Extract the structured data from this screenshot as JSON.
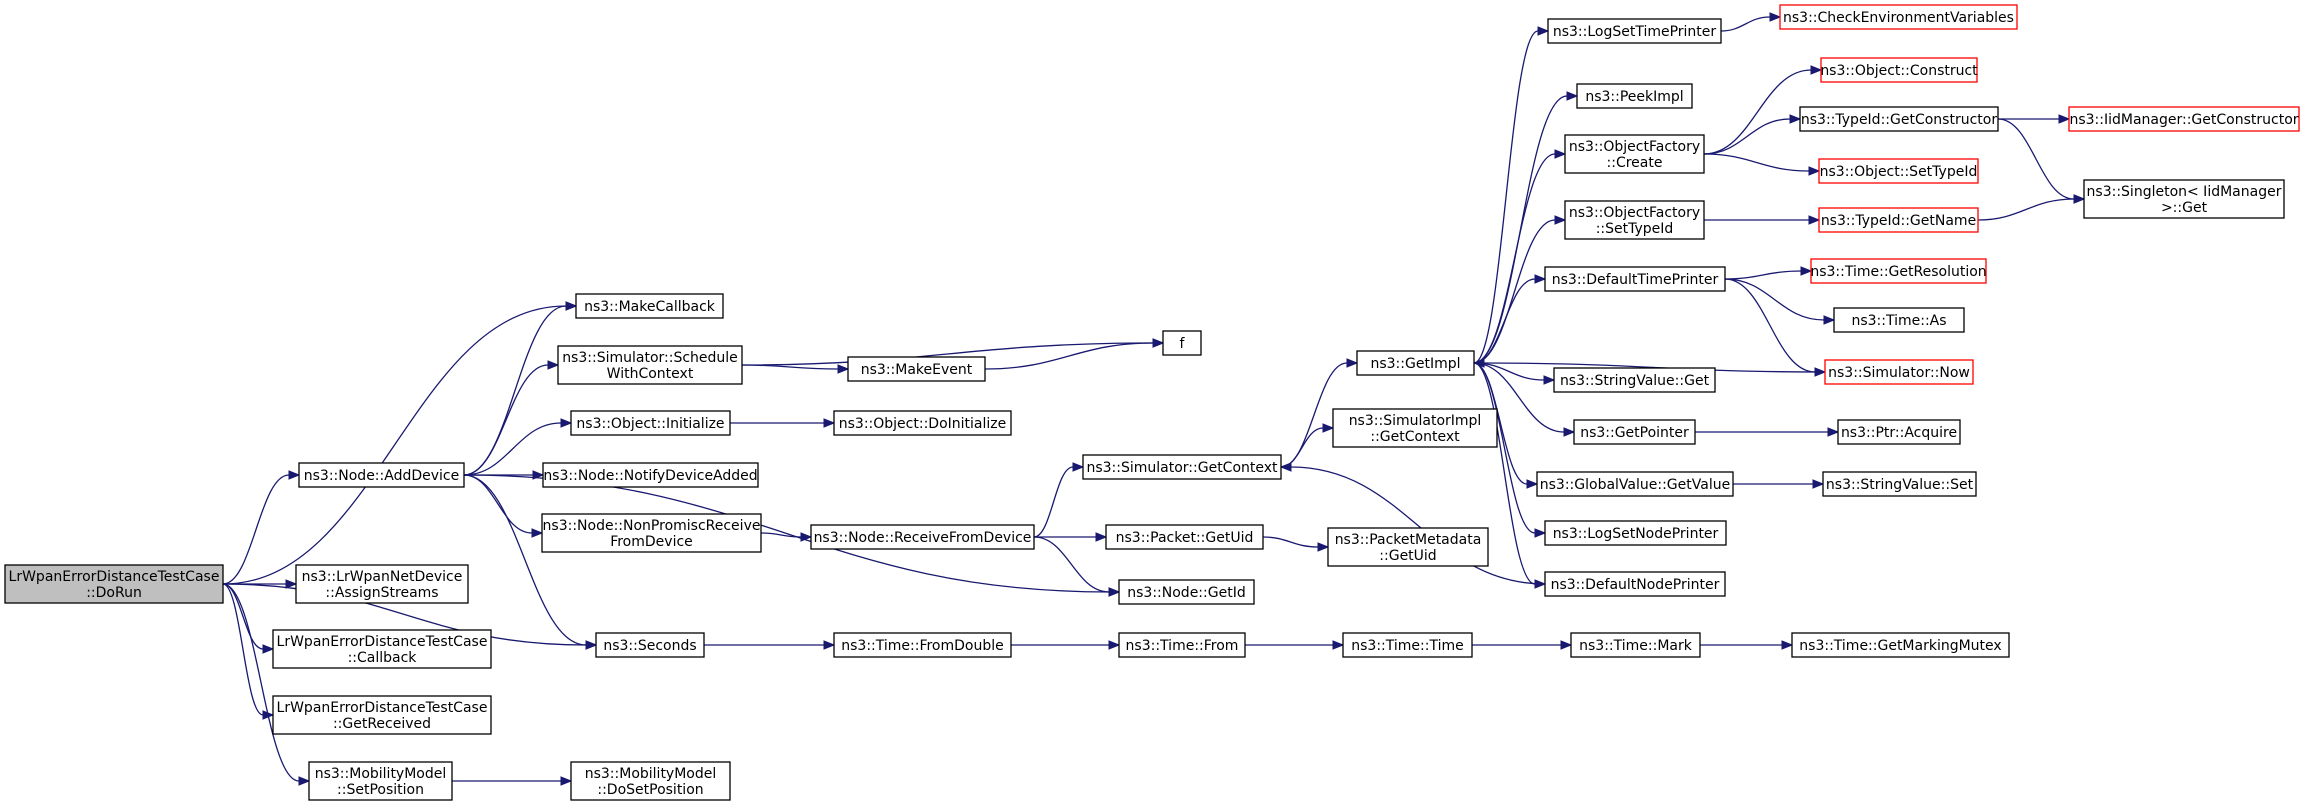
{
  "colors": {
    "edge": "#191970",
    "node_border": "#000000",
    "external_border": "#ff0000",
    "root_fill": "#bfbfbf"
  },
  "nodes": [
    {
      "id": "dorun",
      "lines": [
        "LrWpanErrorDistanceTestCase",
        "::DoRun"
      ],
      "kind": "root"
    },
    {
      "id": "makecallback",
      "lines": [
        "ns3::MakeCallback"
      ]
    },
    {
      "id": "adddevice",
      "lines": [
        "ns3::Node::AddDevice"
      ]
    },
    {
      "id": "assignstreams",
      "lines": [
        "ns3::LrWpanNetDevice",
        "::AssignStreams"
      ]
    },
    {
      "id": "seconds",
      "lines": [
        "ns3::Seconds"
      ]
    },
    {
      "id": "callback",
      "lines": [
        "LrWpanErrorDistanceTestCase",
        "::Callback"
      ]
    },
    {
      "id": "getreceived",
      "lines": [
        "LrWpanErrorDistanceTestCase",
        "::GetReceived"
      ]
    },
    {
      "id": "setposition",
      "lines": [
        "ns3::MobilityModel",
        "::SetPosition"
      ]
    },
    {
      "id": "schedulewithcontext",
      "lines": [
        "ns3::Simulator::Schedule",
        "WithContext"
      ]
    },
    {
      "id": "objinitialize",
      "lines": [
        "ns3::Object::Initialize"
      ]
    },
    {
      "id": "notifydeviceadded",
      "lines": [
        "ns3::Node::NotifyDeviceAdded"
      ]
    },
    {
      "id": "nonpromisc",
      "lines": [
        "ns3::Node::NonPromiscReceive",
        "FromDevice"
      ]
    },
    {
      "id": "getid",
      "lines": [
        "ns3::Node::GetId"
      ]
    },
    {
      "id": "makeevent",
      "lines": [
        "ns3::MakeEvent"
      ]
    },
    {
      "id": "f",
      "lines": [
        "f"
      ]
    },
    {
      "id": "doinitialize",
      "lines": [
        "ns3::Object::DoInitialize"
      ]
    },
    {
      "id": "receivefromdevice",
      "lines": [
        "ns3::Node::ReceiveFromDevice"
      ]
    },
    {
      "id": "getcontext",
      "lines": [
        "ns3::Simulator::GetContext"
      ]
    },
    {
      "id": "packetgetuid",
      "lines": [
        "ns3::Packet::GetUid"
      ]
    },
    {
      "id": "fromdouble",
      "lines": [
        "ns3::Time::FromDouble"
      ]
    },
    {
      "id": "timefrom",
      "lines": [
        "ns3::Time::From"
      ]
    },
    {
      "id": "timetime",
      "lines": [
        "ns3::Time::Time"
      ]
    },
    {
      "id": "timemark",
      "lines": [
        "ns3::Time::Mark"
      ]
    },
    {
      "id": "getmarkingmutex",
      "lines": [
        "ns3::Time::GetMarkingMutex"
      ]
    },
    {
      "id": "dosetposition",
      "lines": [
        "ns3::MobilityModel",
        "::DoSetPosition"
      ]
    },
    {
      "id": "getimpl",
      "lines": [
        "ns3::GetImpl"
      ]
    },
    {
      "id": "simimplgetcontext",
      "lines": [
        "ns3::SimulatorImpl",
        "::GetContext"
      ]
    },
    {
      "id": "pmgetuid",
      "lines": [
        "ns3::PacketMetadata",
        "::GetUid"
      ]
    },
    {
      "id": "logsettimeprinter",
      "lines": [
        "ns3::LogSetTimePrinter"
      ]
    },
    {
      "id": "checkenv",
      "lines": [
        "ns3::CheckEnvironmentVariables"
      ],
      "kind": "ext"
    },
    {
      "id": "peekimpl",
      "lines": [
        "ns3::PeekImpl"
      ]
    },
    {
      "id": "objfactorycreate",
      "lines": [
        "ns3::ObjectFactory",
        "::Create"
      ]
    },
    {
      "id": "objconstruct",
      "lines": [
        "ns3::Object::Construct"
      ],
      "kind": "ext"
    },
    {
      "id": "typeidgetconstructor",
      "lines": [
        "ns3::TypeId::GetConstructor"
      ]
    },
    {
      "id": "iidgetconstructor",
      "lines": [
        "ns3::IidManager::GetConstructor"
      ],
      "kind": "ext"
    },
    {
      "id": "objsettypeid",
      "lines": [
        "ns3::Object::SetTypeId"
      ],
      "kind": "ext"
    },
    {
      "id": "singletonget",
      "lines": [
        "ns3::Singleton< IidManager",
        " >::Get"
      ]
    },
    {
      "id": "objfactorysettypeid",
      "lines": [
        "ns3::ObjectFactory",
        "::SetTypeId"
      ]
    },
    {
      "id": "typeidgetname",
      "lines": [
        "ns3::TypeId::GetName"
      ],
      "kind": "ext"
    },
    {
      "id": "defaulttimeprinter",
      "lines": [
        "ns3::DefaultTimePrinter"
      ]
    },
    {
      "id": "getresolution",
      "lines": [
        "ns3::Time::GetResolution"
      ],
      "kind": "ext"
    },
    {
      "id": "timeas",
      "lines": [
        "ns3::Time::As"
      ]
    },
    {
      "id": "simnow",
      "lines": [
        "ns3::Simulator::Now"
      ],
      "kind": "ext"
    },
    {
      "id": "stringvalueget",
      "lines": [
        "ns3::StringValue::Get"
      ]
    },
    {
      "id": "getpointer",
      "lines": [
        "ns3::GetPointer"
      ]
    },
    {
      "id": "ptracquire",
      "lines": [
        "ns3::Ptr::Acquire"
      ]
    },
    {
      "id": "globalvaluegetvalue",
      "lines": [
        "ns3::GlobalValue::GetValue"
      ]
    },
    {
      "id": "stringvalueset",
      "lines": [
        "ns3::StringValue::Set"
      ]
    },
    {
      "id": "logsetnodeprinter",
      "lines": [
        "ns3::LogSetNodePrinter"
      ]
    },
    {
      "id": "defaultnodeprinter",
      "lines": [
        "ns3::DefaultNodePrinter"
      ]
    }
  ],
  "edges": [
    [
      "dorun",
      "makecallback"
    ],
    [
      "dorun",
      "adddevice"
    ],
    [
      "dorun",
      "assignstreams"
    ],
    [
      "dorun",
      "seconds"
    ],
    [
      "dorun",
      "callback"
    ],
    [
      "dorun",
      "getreceived"
    ],
    [
      "dorun",
      "setposition"
    ],
    [
      "adddevice",
      "makecallback"
    ],
    [
      "adddevice",
      "schedulewithcontext"
    ],
    [
      "adddevice",
      "objinitialize"
    ],
    [
      "adddevice",
      "notifydeviceadded"
    ],
    [
      "adddevice",
      "nonpromisc"
    ],
    [
      "adddevice",
      "getid"
    ],
    [
      "adddevice",
      "seconds"
    ],
    [
      "schedulewithcontext",
      "makeevent"
    ],
    [
      "schedulewithcontext",
      "f"
    ],
    [
      "makeevent",
      "f"
    ],
    [
      "objinitialize",
      "doinitialize"
    ],
    [
      "nonpromisc",
      "receivefromdevice"
    ],
    [
      "receivefromdevice",
      "getcontext"
    ],
    [
      "receivefromdevice",
      "packetgetuid"
    ],
    [
      "receivefromdevice",
      "getid"
    ],
    [
      "packetgetuid",
      "pmgetuid"
    ],
    [
      "getcontext",
      "getimpl"
    ],
    [
      "getcontext",
      "simimplgetcontext"
    ],
    [
      "seconds",
      "fromdouble"
    ],
    [
      "fromdouble",
      "timefrom"
    ],
    [
      "timefrom",
      "timetime"
    ],
    [
      "timetime",
      "timemark"
    ],
    [
      "timemark",
      "getmarkingmutex"
    ],
    [
      "setposition",
      "dosetposition"
    ],
    [
      "getimpl",
      "logsettimeprinter"
    ],
    [
      "getimpl",
      "peekimpl"
    ],
    [
      "getimpl",
      "objfactorycreate"
    ],
    [
      "getimpl",
      "objfactorysettypeid"
    ],
    [
      "getimpl",
      "defaulttimeprinter"
    ],
    [
      "getimpl",
      "stringvalueget"
    ],
    [
      "getimpl",
      "getpointer"
    ],
    [
      "getimpl",
      "globalvaluegetvalue"
    ],
    [
      "getimpl",
      "logsetnodeprinter"
    ],
    [
      "getimpl",
      "defaultnodeprinter"
    ],
    [
      "logsettimeprinter",
      "checkenv"
    ],
    [
      "objfactorycreate",
      "objconstruct"
    ],
    [
      "objfactorycreate",
      "typeidgetconstructor"
    ],
    [
      "objfactorycreate",
      "objsettypeid"
    ],
    [
      "typeidgetconstructor",
      "iidgetconstructor"
    ],
    [
      "typeidgetconstructor",
      "singletonget"
    ],
    [
      "objfactorysettypeid",
      "typeidgetname"
    ],
    [
      "typeidgetname",
      "singletonget"
    ],
    [
      "defaulttimeprinter",
      "getresolution"
    ],
    [
      "defaulttimeprinter",
      "timeas"
    ],
    [
      "defaulttimeprinter",
      "simnow"
    ],
    [
      "simnow",
      "getimpl"
    ],
    [
      "getpointer",
      "ptracquire"
    ],
    [
      "globalvaluegetvalue",
      "stringvalueset"
    ],
    [
      "defaultnodeprinter",
      "getcontext"
    ]
  ]
}
